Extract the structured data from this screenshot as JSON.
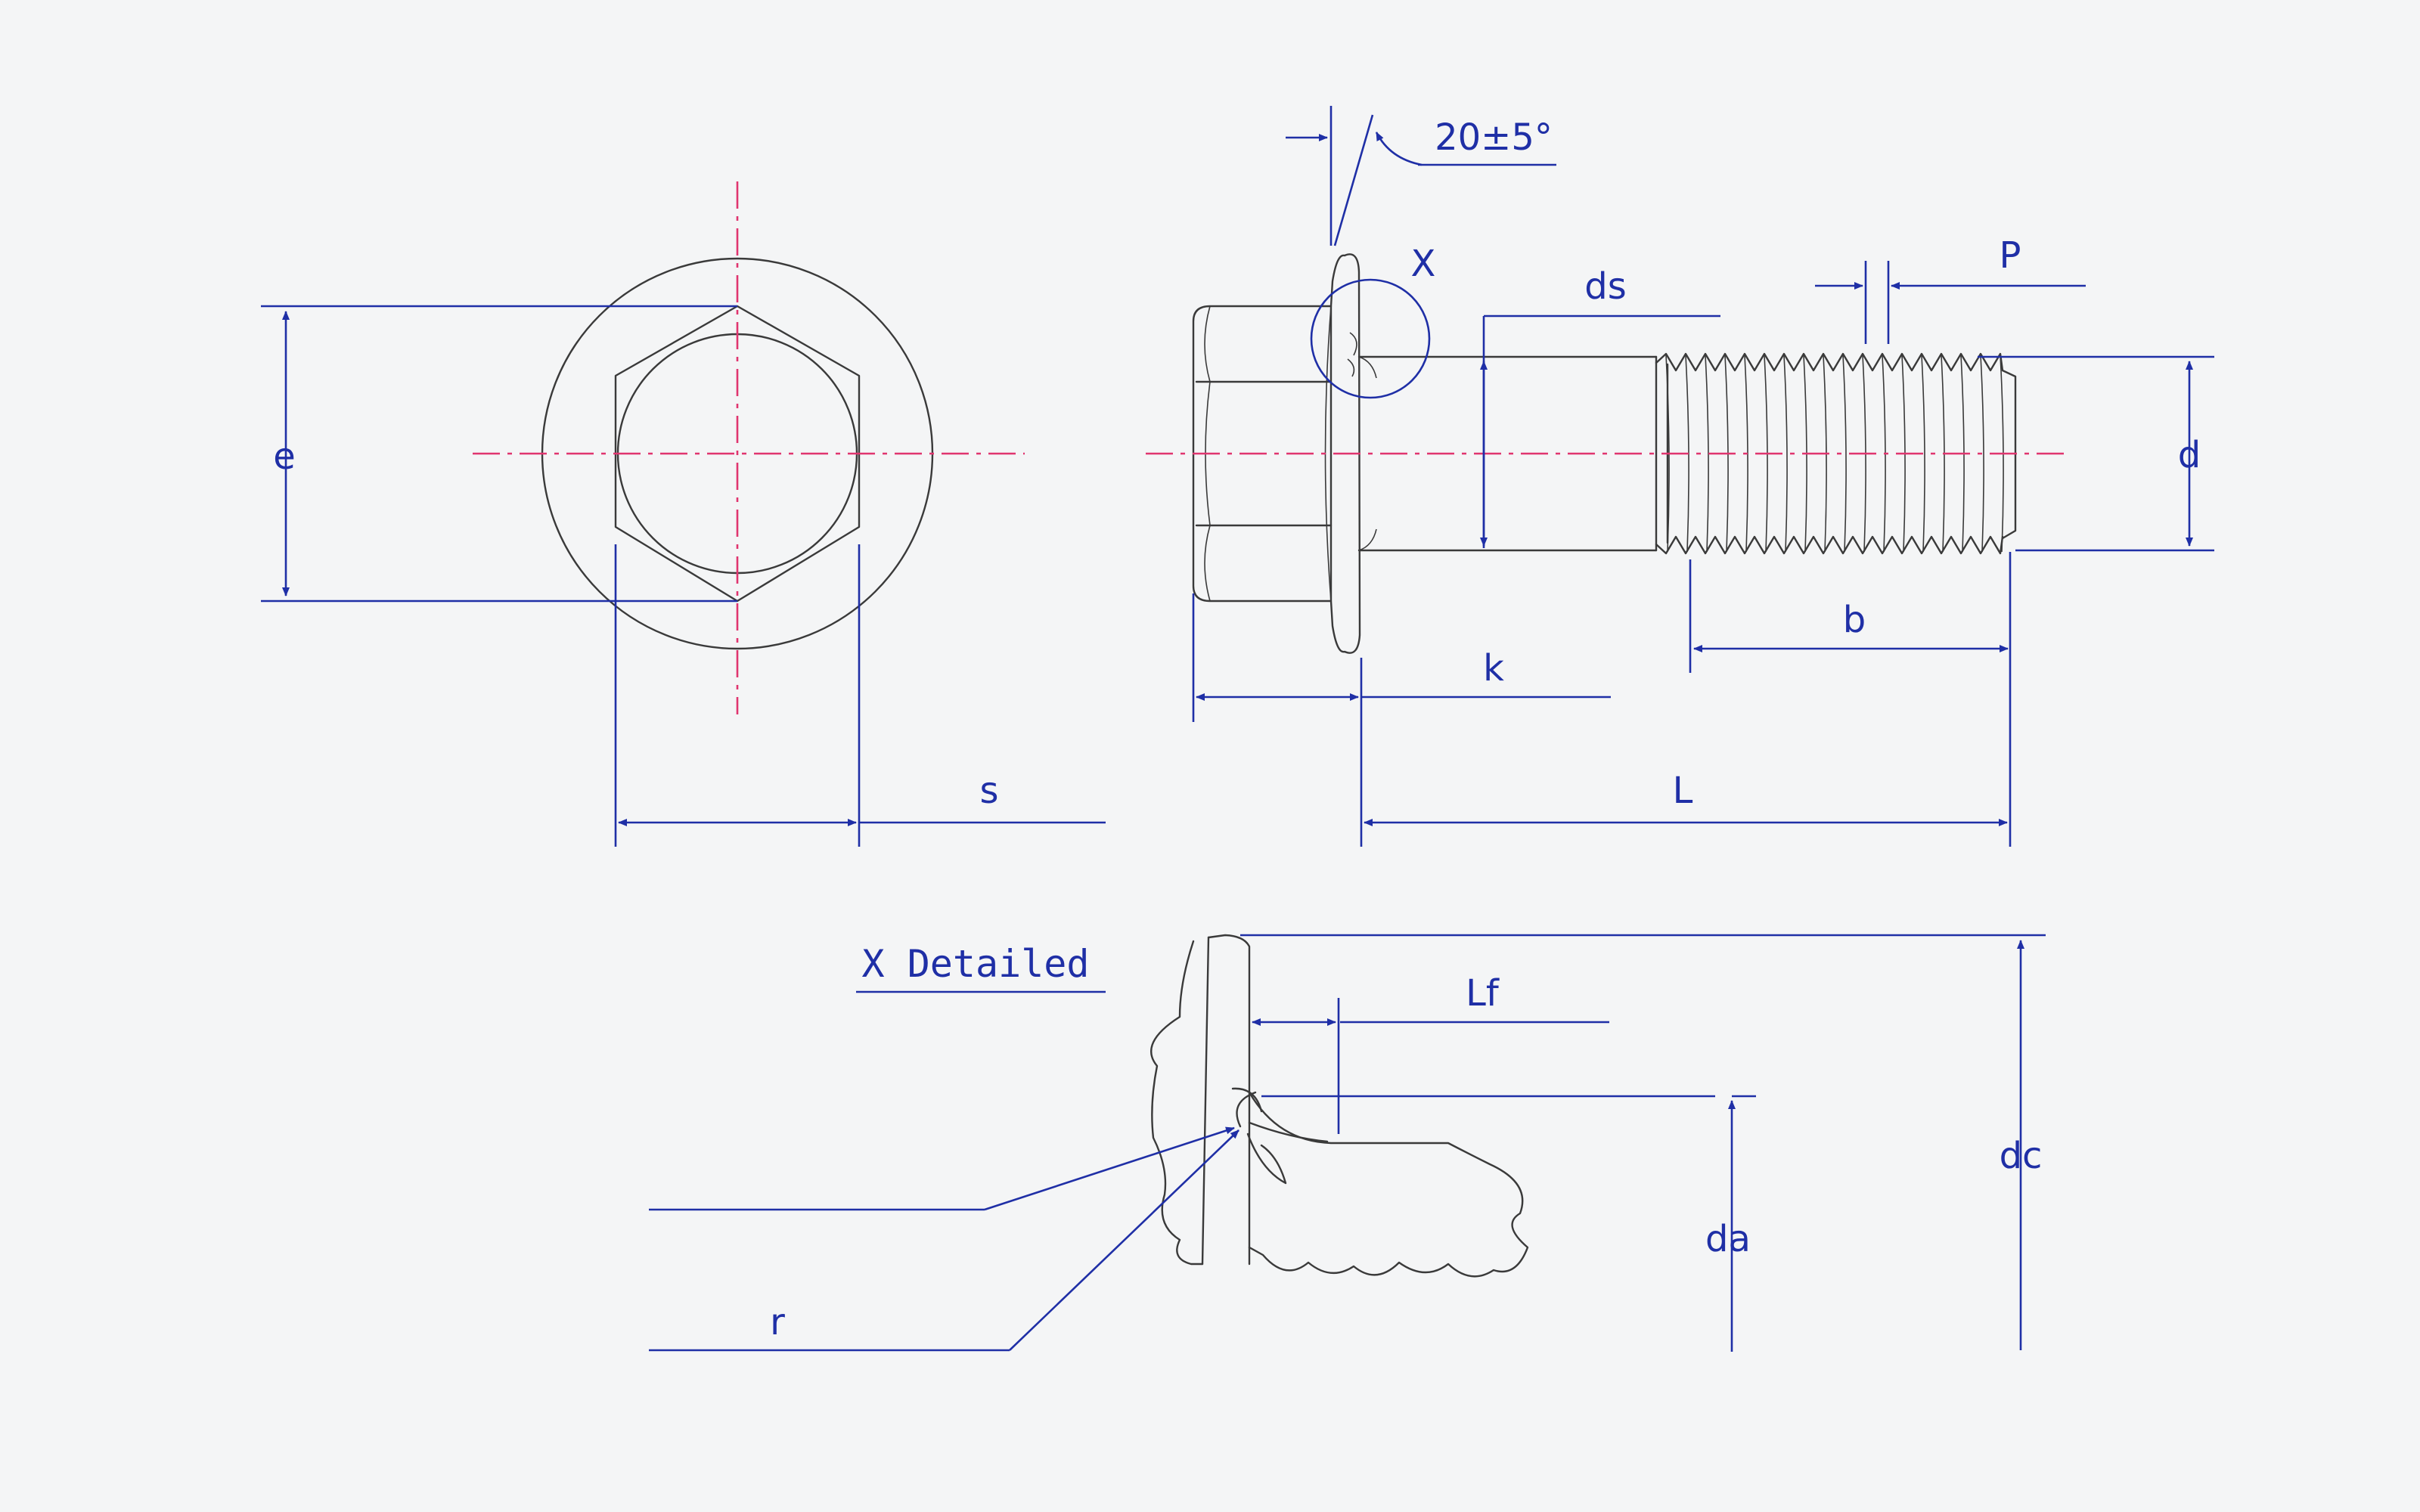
{
  "labels": {
    "e": "e",
    "s": "s",
    "angle": "20±5°",
    "x": "X",
    "ds": "ds",
    "p": "P",
    "d": "d",
    "b": "b",
    "k": "k",
    "l": "L",
    "detail": "X Detailed",
    "lf": "Lf",
    "r": "r",
    "da": "da",
    "dc": "dc"
  },
  "colors": {
    "dimension": "#1f2fa6",
    "centerline": "#e0356f",
    "geometry": "#3a3a3a",
    "background": "#f4f5f6"
  }
}
